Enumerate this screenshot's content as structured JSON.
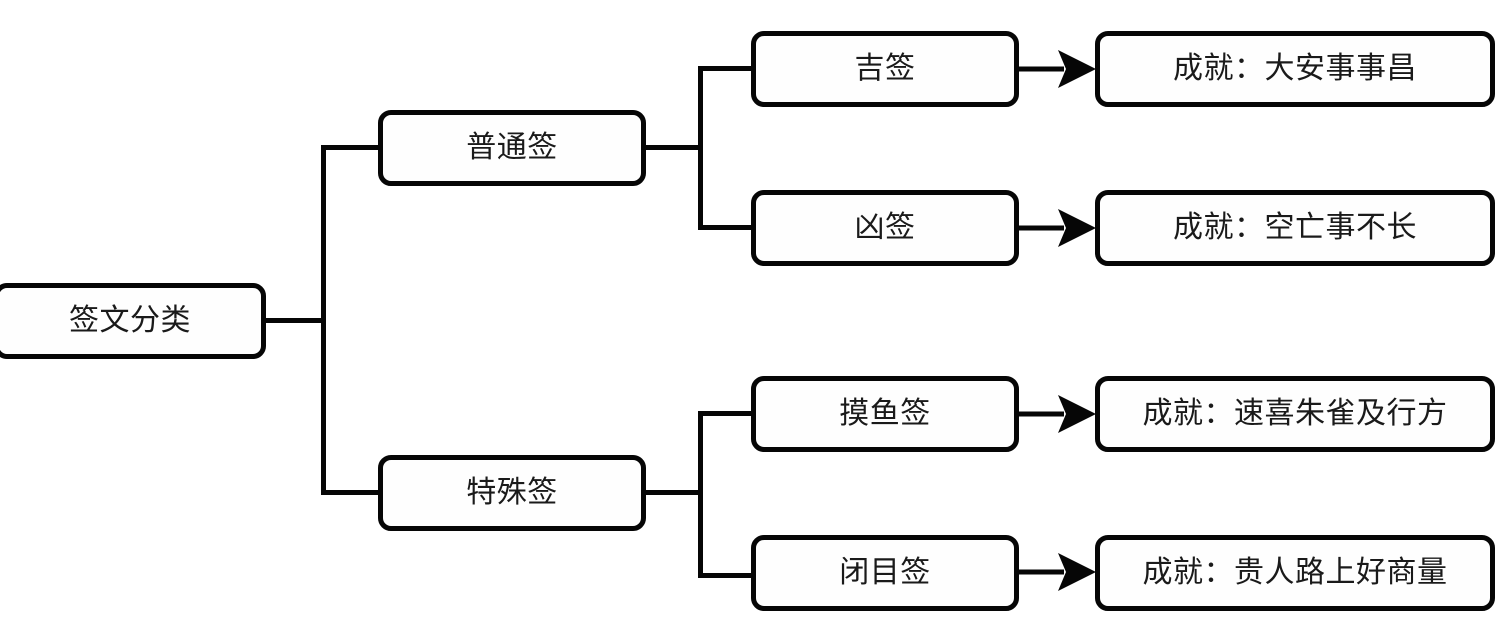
{
  "diagram": {
    "title": "签文分类",
    "type": "tree",
    "orientation": "left-to-right",
    "colors": {
      "background": "#ffffff",
      "node_fill": "#fefefe",
      "stroke": "#060606",
      "text": "#1a1a1a"
    },
    "root": {
      "label": "签文分类"
    },
    "branches": [
      {
        "label": "普通签",
        "children": [
          {
            "label": "吉签",
            "achievement": "成就：大安事事昌"
          },
          {
            "label": "凶签",
            "achievement": "成就：空亡事不长"
          }
        ]
      },
      {
        "label": "特殊签",
        "children": [
          {
            "label": "摸鱼签",
            "achievement": "成就：速喜朱雀及行方"
          },
          {
            "label": "闭目签",
            "achievement": "成就：贵人路上好商量"
          }
        ]
      }
    ]
  }
}
